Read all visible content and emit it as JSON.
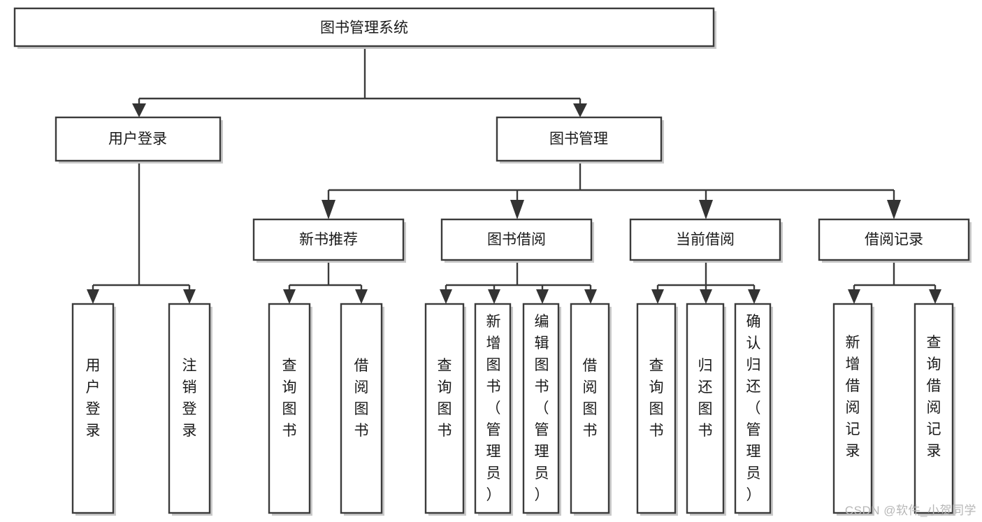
{
  "page": {
    "title": "图书管理系统 功能结构图",
    "background_color": "#ffffff",
    "box_stroke_color": "#3b3b3b",
    "text_color": "#1a1a1a",
    "watermark": "CSDN @软件_小贺同学"
  },
  "diagram": {
    "type": "tree-hierarchy",
    "orientation": "top-down",
    "levels": 4,
    "root": {
      "id": "root",
      "label": "图书管理系统"
    },
    "level2": [
      {
        "id": "user-login",
        "label": "用户登录"
      },
      {
        "id": "book-manage",
        "label": "图书管理"
      }
    ],
    "level3": [
      {
        "id": "new-book-recommend",
        "label": "新书推荐",
        "parent": "book-manage"
      },
      {
        "id": "book-borrow",
        "label": "图书借阅",
        "parent": "book-manage"
      },
      {
        "id": "current-borrow",
        "label": "当前借阅",
        "parent": "book-manage"
      },
      {
        "id": "borrow-record",
        "label": "借阅记录",
        "parent": "book-manage"
      }
    ],
    "leaves": [
      {
        "id": "leaf-user-login",
        "label": "用户登录",
        "parent": "user-login"
      },
      {
        "id": "leaf-logout-login",
        "label": "注销登录",
        "parent": "user-login"
      },
      {
        "id": "leaf-query-book-1",
        "label": "查询图书",
        "parent": "new-book-recommend"
      },
      {
        "id": "leaf-borrow-book-1",
        "label": "借阅图书",
        "parent": "new-book-recommend"
      },
      {
        "id": "leaf-query-book-2",
        "label": "查询图书",
        "parent": "book-borrow"
      },
      {
        "id": "leaf-add-book",
        "label": "新增图书（管理员）",
        "parent": "book-borrow"
      },
      {
        "id": "leaf-edit-book",
        "label": "编辑图书（管理员）",
        "parent": "book-borrow"
      },
      {
        "id": "leaf-borrow-book-2",
        "label": "借阅图书",
        "parent": "book-borrow"
      },
      {
        "id": "leaf-query-book-3",
        "label": "查询图书",
        "parent": "current-borrow"
      },
      {
        "id": "leaf-return-book",
        "label": "归还图书",
        "parent": "current-borrow"
      },
      {
        "id": "leaf-confirm-return",
        "label": "确认归还（管理员）",
        "parent": "current-borrow"
      },
      {
        "id": "leaf-add-record",
        "label": "新增借阅记录",
        "parent": "borrow-record"
      },
      {
        "id": "leaf-query-record",
        "label": "查询借阅记录",
        "parent": "borrow-record"
      }
    ]
  }
}
